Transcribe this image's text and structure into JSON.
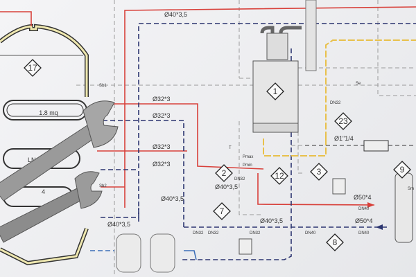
{
  "colors": {
    "supply": "#d8403a",
    "return": "#2c3570",
    "gas": "#e8c04a",
    "dashed": "#9a9a9a",
    "wrench": "#8f8f8f"
  },
  "markers": [
    "17",
    "1",
    "23",
    "2",
    "3",
    "9",
    "12",
    "7",
    "8"
  ],
  "sensors": {
    "sb1": "Sb1",
    "sb2": "Sb2",
    "se": "Se",
    "sm": "Sm"
  },
  "tank": {
    "area": "1.8 mq",
    "label2": "LN",
    "label3": "4"
  },
  "pipes": {
    "top_supply": "Ø40*3,5",
    "p32_1": "Ø32*3",
    "p32_2": "Ø32*3",
    "p32_3": "Ø32*3",
    "p32_4": "Ø32*3",
    "mid_left": "Ø40*3,5",
    "mid_center": "Ø40*3,5",
    "bottom_left": "Ø40*3,5",
    "bottom_center": "Ø40*3,5",
    "gas": "Ø1\"1/4",
    "supply_out": "Ø50*4",
    "return_out": "Ø50*4"
  },
  "valves": {
    "dn32_a": "DN32",
    "dn32_b": "DN32",
    "dn32_c": "DN32",
    "dn32_d": "DN32",
    "dn32_e": "DN32",
    "dn40_a": "DN40",
    "dn40_b": "DN40",
    "dn40_c": "DN40"
  },
  "gauges": {
    "t": "T",
    "pmax": "Pmax",
    "pmin": "Pmin"
  }
}
